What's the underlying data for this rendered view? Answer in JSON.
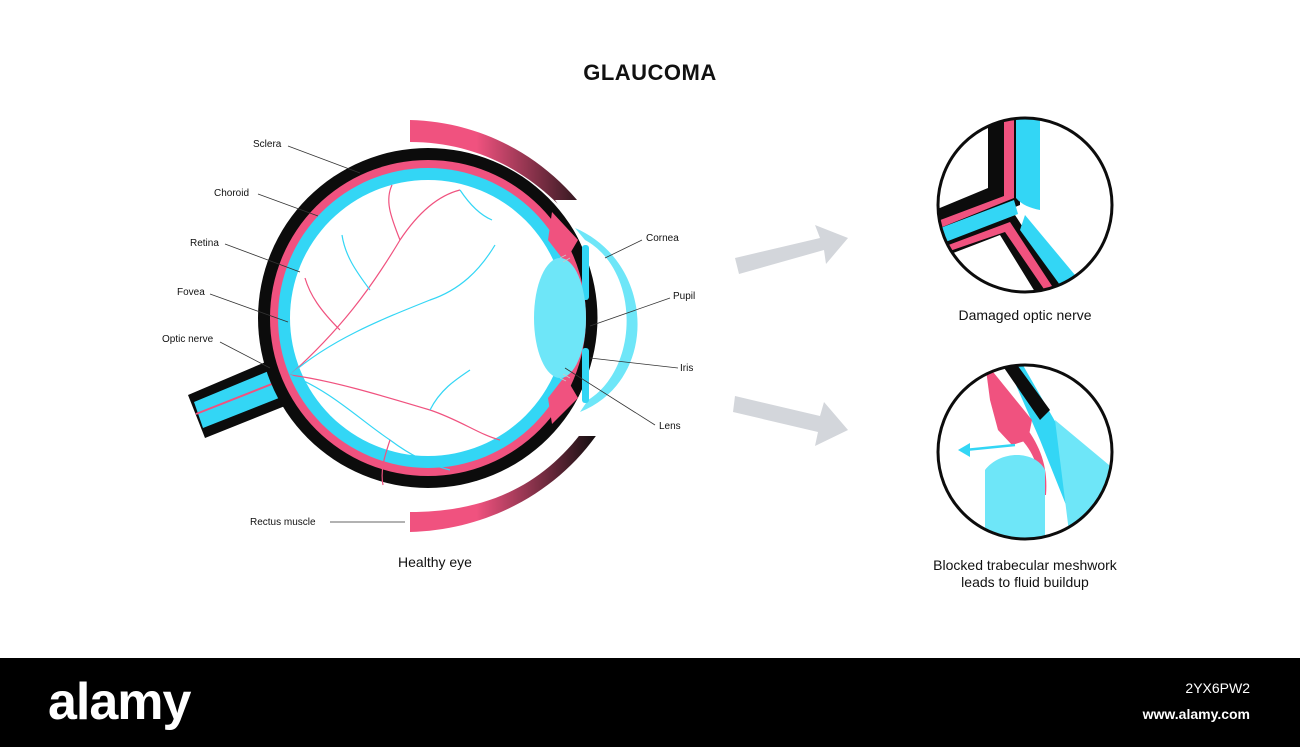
{
  "title": "GLAUCOMA",
  "labels": {
    "sclera": "Sclera",
    "choroid": "Choroid",
    "retina": "Retina",
    "fovea": "Fovea",
    "optic_nerve": "Optic nerve",
    "rectus_muscle": "Rectus muscle",
    "cornea": "Cornea",
    "pupil": "Pupil",
    "iris": "Iris",
    "lens": "Lens"
  },
  "captions": {
    "healthy": "Healthy eye",
    "damaged": "Damaged optic nerve",
    "blocked_line1": "Blocked trabecular meshwork",
    "blocked_line2": "leads to fluid buildup"
  },
  "footer": {
    "brand": "alamy",
    "image_id": "2YX6PW2",
    "site": "www.alamy.com"
  },
  "colors": {
    "pink": "#f0527f",
    "cyan": "#33d6f5",
    "light_cyan": "#6ee6f8",
    "black": "#0c0c0c",
    "arrow_gray": "#d3d6db"
  }
}
